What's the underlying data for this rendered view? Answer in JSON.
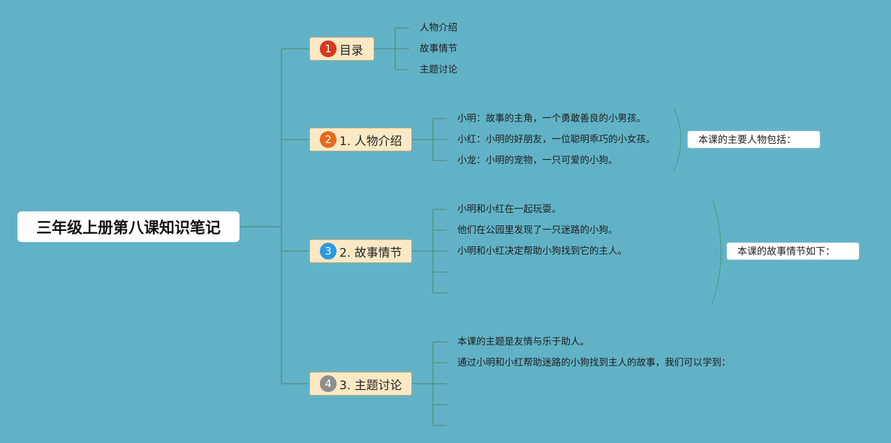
{
  "root": {
    "title": "三年级上册第八课知识笔记"
  },
  "branches": [
    {
      "number": "1",
      "badge_color": "#d63a1e",
      "label": "目录",
      "items": [
        "人物介绍",
        "故事情节",
        "主题讨论"
      ]
    },
    {
      "number": "2",
      "badge_color": "#e8691c",
      "label": "1. 人物介绍",
      "items": [
        "小明：故事的主角，一个勇敢善良的小男孩。",
        "小红：小明的好朋友，一位聪明乖巧的小女孩。",
        "小龙：小明的宠物，一只可爱的小狗。"
      ],
      "summary": "本课的主要人物包括："
    },
    {
      "number": "3",
      "badge_color": "#2c9ae0",
      "label": "2. 故事情节",
      "items": [
        "小明和小红在一起玩耍。",
        "他们在公园里发现了一只迷路的小狗。",
        "小明和小红决定帮助小狗找到它的主人。",
        "",
        ""
      ],
      "summary": "本课的故事情节如下："
    },
    {
      "number": "4",
      "badge_color": "#8e8e8e",
      "label": "3. 主题讨论",
      "items": [
        "本课的主题是友情与乐于助人。",
        "通过小明和小红帮助迷路的小狗找到主人的故事，我们可以学到：",
        "",
        "",
        ""
      ]
    }
  ]
}
